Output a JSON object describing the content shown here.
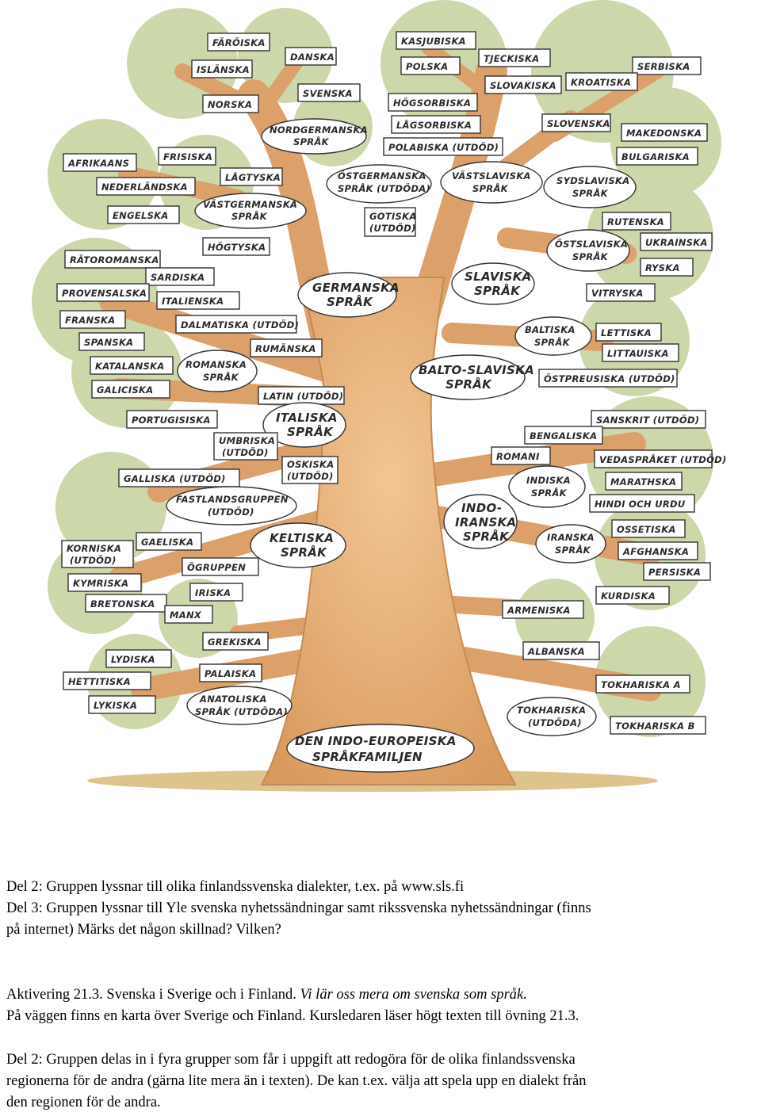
{
  "tree": {
    "root": [
      "DEN INDO-EUROPEISKA",
      "SPRÅKFAMILJEN"
    ],
    "labels": {
      "faroiska": "FÄRÖISKA",
      "islandska": "ISLÄNSKA",
      "danska": "DANSKA",
      "norska": "NORSKA",
      "svenska": "SVENSKA",
      "nordgermanska": [
        "NORDGERMANSKA",
        "SPRÅK"
      ],
      "afrikaans": "AFRIKAANS",
      "frisiska": "FRISISKA",
      "nederlandska": "NEDERLÄNDSKA",
      "lagtyska": "LÅGTYSKA",
      "engelska": "ENGELSKA",
      "vastgermanska": [
        "VÄSTGERMANSKA",
        "SPRÅK"
      ],
      "hogtyska": "HÖGTYSKA",
      "ostgermanska": [
        "ÖSTGERMANSKA",
        "SPRÅK (UTDÖDA)"
      ],
      "gotiska": [
        "GOTISKA",
        "(UTDÖD)"
      ],
      "germanska": [
        "GERMANSKA",
        "SPRÅK"
      ],
      "kasjubiska": "KASJUBISKA",
      "polska": "POLSKA",
      "hogsorbiska": "HÖGSORBISKA",
      "lagsorbiska": "LÅGSORBISKA",
      "polabiska": "POLABISKA (UTDÖD)",
      "tjeckiska": "TJECKISKA",
      "slovakiska": "SLOVAKISKA",
      "serbiska": "SERBISKA",
      "kroatiska": "KROATISKA",
      "slovenska": "SLOVENSKA",
      "makedonska": "MAKEDONSKA",
      "bulgariska": "BULGARISKA",
      "vastslaviska": [
        "VÄSTSLAVISKA",
        "SPRÅK"
      ],
      "sydslaviska": [
        "SYDSLAVISKA",
        "SPRÅK"
      ],
      "rutenska": "RUTENSKA",
      "ukrainska": "UKRAINSKA",
      "ostslaviska": [
        "ÖSTSLAVISKA",
        "SPRÅK"
      ],
      "ryska": "RYSKA",
      "vitryska": "VITRYSKA",
      "slaviska": [
        "SLAVISKA",
        "SPRÅK"
      ],
      "lettiska": "LETTISKA",
      "litauiska": "LITTAUISKA",
      "baltiska": [
        "BALTISKA",
        "SPRÅK"
      ],
      "ostpreusiska": "ÖSTPREUSISKA (UTDÖD)",
      "baltoslaviska": [
        "BALTO-SLAVISKA",
        "SPRÅK"
      ],
      "ratoromanska": "RÄTOROMANSKA",
      "sardiska": "SARDISKA",
      "provensalska": "PROVENSALSKA",
      "italienska": "ITALIENSKA",
      "franska": "FRANSKA",
      "dalmatiska": "DALMATISKA (UTDÖD)",
      "spanska": "SPANSKA",
      "rumanska": "RUMÄNSKA",
      "katalanska": "KATALANSKA",
      "romanska": [
        "ROMANSKA",
        "SPRÅK"
      ],
      "galiciska": "GALICISKA",
      "latin": "LATIN (UTDÖD)",
      "portugisiska": "PORTUGISISKA",
      "italiska": [
        "ITALISKA",
        "SPRÅK"
      ],
      "umbriska": [
        "UMBRISKA",
        "(UTDÖD)"
      ],
      "oskiska": [
        "OSKISKA",
        "(UTDÖD)"
      ],
      "galliska": "GALLISKA (UTDÖD)",
      "fastlandsgruppen": [
        "FASTLANDSGRUPPEN",
        "(UTDÖD)"
      ],
      "korniska": [
        "KORNISKA",
        "(UTDÖD)"
      ],
      "gaeliska": "GAELISKA",
      "keltiska": [
        "KELTISKA",
        "SPRÅK"
      ],
      "ogruppen": "ÖGRUPPEN",
      "kymriska": "KYMRISKA",
      "iriska": "IRISKA",
      "bretonska": "BRETONSKA",
      "manx": "MANX",
      "sanskrit": "SANSKRIT (UTDÖD)",
      "bengaliska": "BENGALISKA",
      "romani": "ROMANI",
      "vedasprak": "VEDASPRÅKET (UTDÖD)",
      "indiska": [
        "INDISKA",
        "SPRÅK"
      ],
      "marathska": "MARATHSKA",
      "hindi": "HINDI OCH URDU",
      "indoiranska": [
        "INDO-",
        "IRANSKA",
        "SPRÅK"
      ],
      "ossetiska": "OSSETISKA",
      "iranska": [
        "IRANSKA",
        "SPRÅK"
      ],
      "afghanska": "AFGHANSKA",
      "persiska": "PERSISKA",
      "kurdiska": "KURDISKA",
      "armeniska": "ARMENISKA",
      "grekiska": "GREKISKA",
      "albanska": "ALBANSKA",
      "lydiska": "LYDISKA",
      "hettitiska": "HETTITISKA",
      "palaiska": "PALAISKA",
      "tokhariska_a": "TOKHARISKA A",
      "lykiska": "LYKISKA",
      "anatoliska": [
        "ANATOLISKA",
        "SPRÅK (UTDÖDA)"
      ],
      "tokhariska": [
        "TOKHARISKA",
        "(UTDÖDA)"
      ],
      "tokhariska_b": "TOKHARISKA B"
    }
  },
  "text": {
    "p1_line1": "Del 2: Gruppen lyssnar till olika finlandssvenska dialekter, t.ex. på www.sls.fi",
    "p1_line2": "Del 3: Gruppen lyssnar till Yle svenska nyhetssändningar samt rikssvenska nyhetssändningar (finns",
    "p1_line3": "på internet) Märks det någon skillnad? Vilken?",
    "p2_line1_a": "Aktivering 21.3. Svenska i Sverige och i Finland. ",
    "p2_line1_b": "Vi lär oss mera om svenska som språk.",
    "p2_line2": "På väggen finns en karta över Sverige och Finland. Kursledaren läser högt texten till övning 21.3.",
    "p3_line1": "Del 2: Gruppen delas in i fyra grupper som får i uppgift att redogöra för de olika finlandssvenska",
    "p3_line2": "regionerna för de andra (gärna lite mera än i texten). De kan t.ex. välja att spela upp en dialekt från",
    "p3_line3": "den regionen för de andra."
  },
  "colors": {
    "trunk": "#e8b078",
    "trunk_dark": "#c98850",
    "foliage": "#b9c98a",
    "ground": "#d9c28a"
  }
}
